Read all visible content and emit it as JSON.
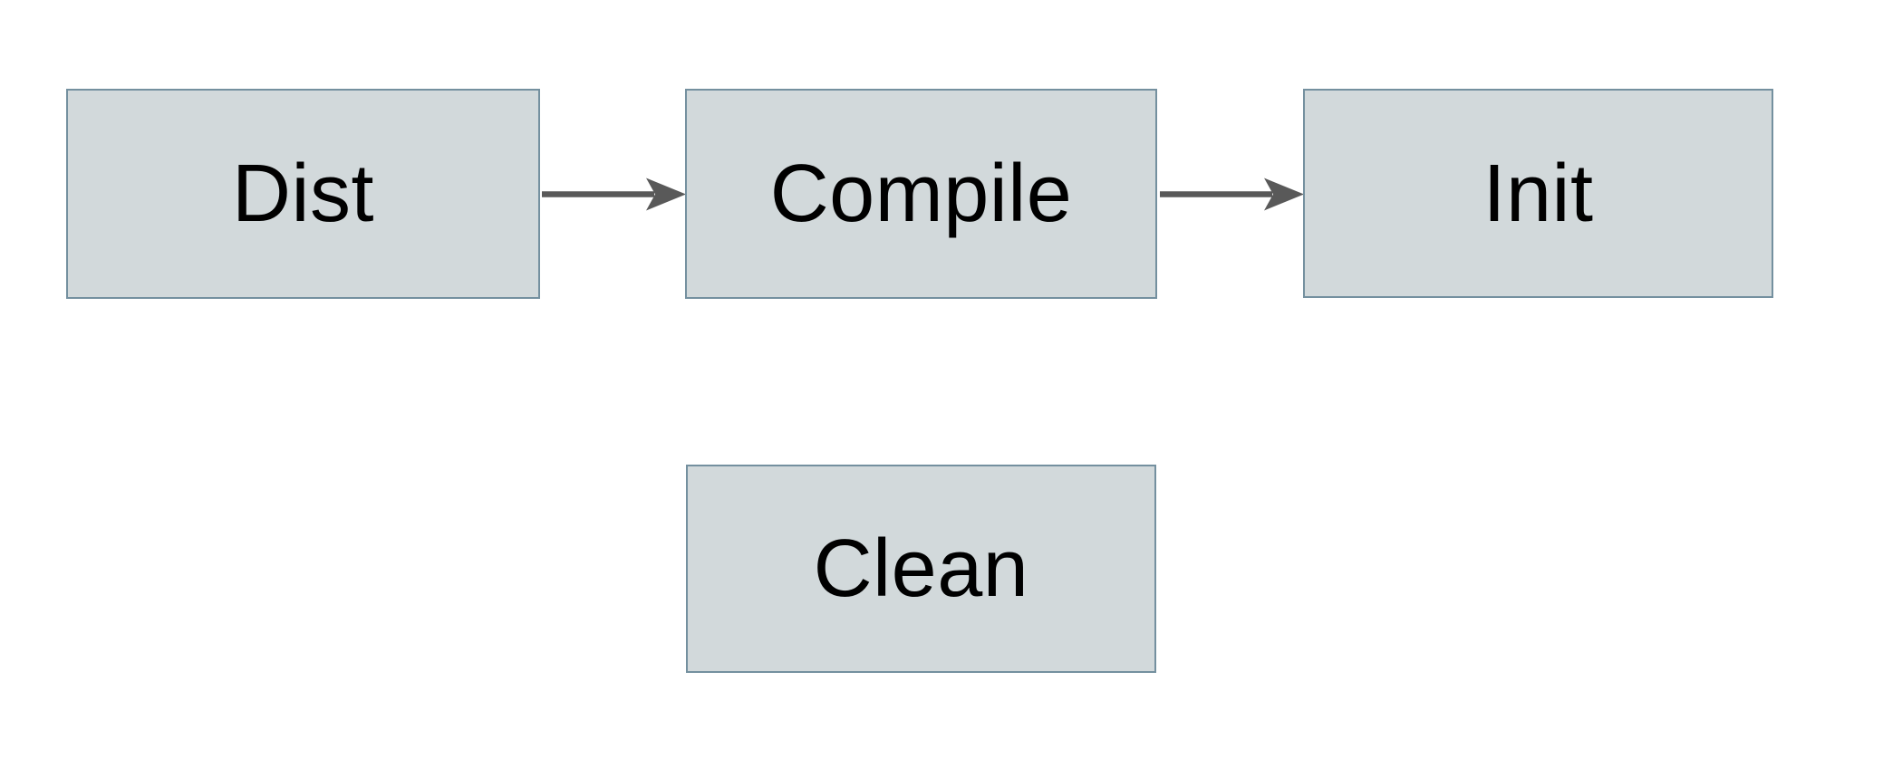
{
  "diagram": {
    "type": "flowchart",
    "nodes": [
      {
        "id": "dist",
        "label": "Dist"
      },
      {
        "id": "compile",
        "label": "Compile"
      },
      {
        "id": "init",
        "label": "Init"
      },
      {
        "id": "clean",
        "label": "Clean"
      }
    ],
    "edges": [
      {
        "from": "Dist",
        "to": "Compile",
        "style": "arrow-right"
      },
      {
        "from": "Compile",
        "to": "Init",
        "style": "arrow-right"
      }
    ],
    "colors": {
      "background": "#ffffff",
      "node_fill": "#d2d9db",
      "node_border": "#74909f",
      "arrow": "#595959",
      "label_text": "#000000"
    }
  }
}
